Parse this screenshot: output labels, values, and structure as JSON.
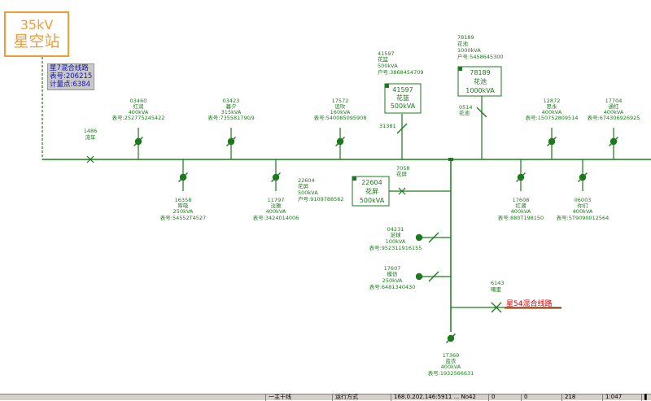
{
  "station": {
    "voltage": "35kV",
    "name": "星空站"
  },
  "feeder_info": {
    "line": "星7混合线路",
    "meter": "表号:206215",
    "point": "计量点:6384"
  },
  "colors": {
    "line": "#1c7a1c",
    "station_border": "#f39c33",
    "info_text": "#1010c0",
    "info_bg": "#c8c8c8",
    "tie_label": "#e00000"
  },
  "nodes": {
    "n1486": {
      "id": "1486",
      "name": "流年"
    },
    "n03460": {
      "id": "03460",
      "name": "红润",
      "cap": "400kVA",
      "meter": "表号:252775245422"
    },
    "n03423": {
      "id": "03423",
      "name": "暮夕",
      "cap": "315kVA",
      "meter": "表号:73558179G9"
    },
    "n17572": {
      "id": "17572",
      "name": "惩吹",
      "cap": "160kVA",
      "meter": "表号:540085095908"
    },
    "n41597": {
      "id": "41597",
      "name": "花篮",
      "cap": "500kVA",
      "meter": "户号:3868454709"
    },
    "n31381": {
      "id": "31381"
    },
    "n78189": {
      "id": "78189",
      "name": "花池",
      "cap": "1000kVA",
      "meter": "户号:5458645300"
    },
    "n0514": {
      "id": "0514",
      "name": "花池"
    },
    "n12872": {
      "id": "12872",
      "name": "思永",
      "cap": "400kVA",
      "meter": "表号:150752809514"
    },
    "n17704": {
      "id": "17704",
      "name": "通红",
      "cap": "400kVA",
      "meter": "表号:674306926925"
    },
    "n16358": {
      "id": "16358",
      "name": "呼吸",
      "cap": "250kVA",
      "meter": "表号:54552T4527"
    },
    "n11797": {
      "id": "11797",
      "name": "淡雅",
      "cap": "400kVA",
      "meter": "表号:3424014006"
    },
    "n22604": {
      "id": "22604",
      "name": "花屏",
      "cap": "500kVA",
      "meter": "户号:9109788562"
    },
    "n7058": {
      "id": "7058",
      "name": "花屏"
    },
    "n17608": {
      "id": "17608",
      "name": "红潮",
      "cap": "400kVA",
      "meter": "表号:880T198150"
    },
    "n06003": {
      "id": "06003",
      "name": "你们",
      "cap": "400kVA",
      "meter": "表号:5T9090012564"
    },
    "n04231": {
      "id": "04231",
      "name": "足球",
      "cap": "100kVA",
      "meter": "表号:952311916155"
    },
    "n17607": {
      "id": "17607",
      "name": "模仿",
      "cap": "250kVA",
      "meter": "表号:6481340430"
    },
    "n6143": {
      "id": "6143",
      "name": "嘲里"
    },
    "n1T369": {
      "id": "1T369",
      "name": "蓝衣",
      "cap": "400kVA",
      "meter": "表号:1932566631"
    }
  },
  "boxes": {
    "b41597": {
      "id": "41597",
      "name": "花篮",
      "cap": "500kVA"
    },
    "b78189": {
      "id": "78189",
      "name": "花池",
      "cap": "1000kVA"
    },
    "b22604": {
      "id": "22604",
      "name": "花屏",
      "cap": "500kVA"
    }
  },
  "tie_line": {
    "label": "星54混合线路"
  },
  "statusbar": {
    "cells": [
      "一主干线",
      "运行方式",
      "168.0.202.146:5911 ... No42",
      "0",
      "0",
      "218",
      "1:047",
      "▌"
    ]
  }
}
